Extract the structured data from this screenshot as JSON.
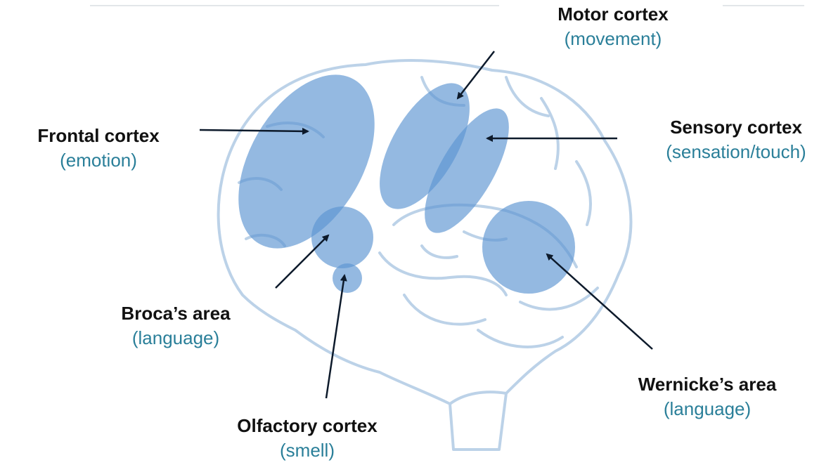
{
  "colors": {
    "region_fill": "#5b94d1",
    "brain_outline": "#bcd2e8",
    "arrow": "#0d1a2b",
    "function_text": "#2a7f99",
    "name_text": "#111111"
  },
  "regions": {
    "frontal": {
      "name": "Frontal cortex",
      "function": "(emotion)"
    },
    "motor": {
      "name": "Motor cortex",
      "function": "(movement)"
    },
    "sensory": {
      "name": "Sensory cortex",
      "function": "(sensation/touch)"
    },
    "broca": {
      "name": "Broca’s area",
      "function": "(language)"
    },
    "wernicke": {
      "name": "Wernicke’s area",
      "function": "(language)"
    },
    "olfactory": {
      "name": "Olfactory cortex",
      "function": "(smell)"
    }
  }
}
